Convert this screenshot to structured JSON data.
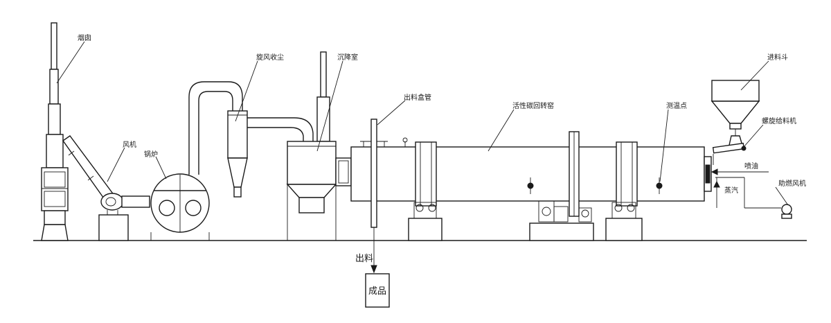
{
  "labels": {
    "chimney": "烟囱",
    "fan": "风机",
    "boiler": "锅炉",
    "cyclone": "旋风收尘",
    "settling_chamber": "沉降室",
    "discharge_box": "出料盒管",
    "kiln": "活性碳回转窑",
    "temp_point": "测温点",
    "hopper": "进料斗",
    "screw_feeder": "螺旋给料机",
    "oil_inlet": "喷油",
    "steam": "蒸汽",
    "blower": "助燃风机",
    "discharge": "出料",
    "product": "成品"
  },
  "colors": {
    "line": "#1a1a1a",
    "background": "#ffffff"
  }
}
